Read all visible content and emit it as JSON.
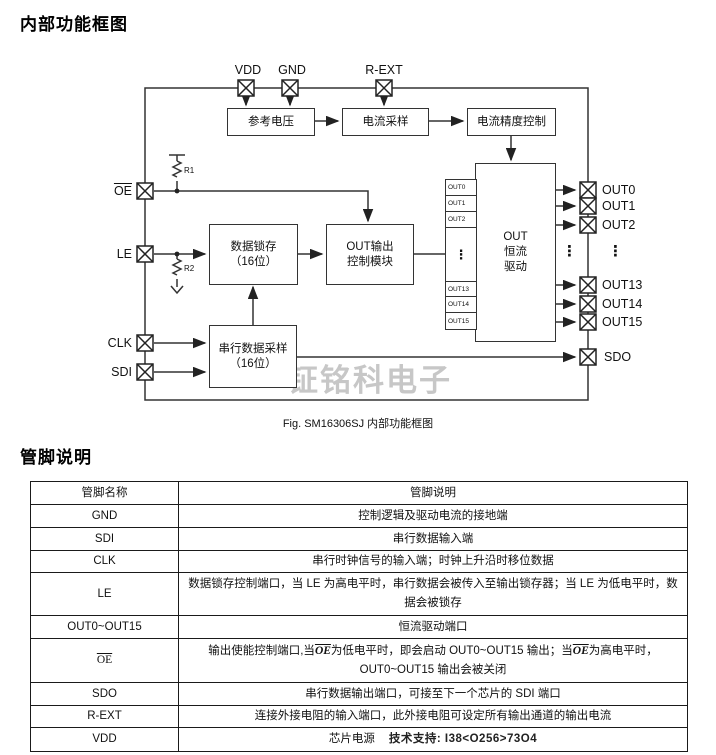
{
  "page": {
    "title_block_diagram": "内部功能框图",
    "title_pin_desc": "管脚说明",
    "figure_caption": "Fig. SM16306SJ 内部功能框图",
    "watermark": "钲铭科电子",
    "dots": "⋮"
  },
  "diagram": {
    "pins": {
      "vdd": "VDD",
      "gnd": "GND",
      "rext": "R-EXT",
      "oe": "OE",
      "le": "LE",
      "clk": "CLK",
      "sdi": "SDI",
      "sdo": "SDO",
      "out0": "OUT0",
      "out1": "OUT1",
      "out2": "OUT2",
      "out13": "OUT13",
      "out14": "OUT14",
      "out15": "OUT15"
    },
    "blocks": {
      "ref_voltage": "参考电压",
      "current_sample": "电流采样",
      "current_precision": "电流精度控制",
      "data_latch_l1": "数据锁存",
      "data_latch_l2": "（16位）",
      "out_ctrl_l1": "OUT输出",
      "out_ctrl_l2": "控制模块",
      "serial_sample_l1": "串行数据采样",
      "serial_sample_l2": "（16位）",
      "out_drv_l1": "OUT",
      "out_drv_l2": "恒流",
      "out_drv_l3": "驱动"
    },
    "ports": {
      "p0": "OUT0",
      "p1": "OUT1",
      "p2": "OUT2",
      "p13": "OUT13",
      "p14": "OUT14",
      "p15": "OUT15"
    },
    "resistors": {
      "r1": "R1",
      "r2": "R2"
    }
  },
  "pin_table": {
    "headers": {
      "name": "管脚名称",
      "desc": "管脚说明"
    },
    "rows": {
      "gnd": {
        "name": "GND",
        "desc": "控制逻辑及驱动电流的接地端"
      },
      "sdi": {
        "name": "SDI",
        "desc": "串行数据输入端"
      },
      "clk": {
        "name": "CLK",
        "desc": "串行时钟信号的输入端；时钟上升沿时移位数据"
      },
      "le": {
        "name": "LE",
        "desc": "数据锁存控制端口，当 LE 为高电平时，串行数据会被传入至输出锁存器；当 LE 为低电平时，数据会被锁存"
      },
      "out": {
        "name": "OUT0~OUT15",
        "desc": "恒流驱动端口"
      },
      "oe": {
        "name": "OE",
        "desc_p1": "输出使能控制端口,当",
        "desc_oe1": "OE",
        "desc_p2": "为低电平时，即会启动 OUT0~OUT15 输出；当",
        "desc_oe2": "OE",
        "desc_p3": "为高电平时，OUT0~OUT15 输出会被关闭"
      },
      "sdo": {
        "name": "SDO",
        "desc": "串行数据输出端口，可接至下一个芯片的 SDI 端口"
      },
      "rext": {
        "name": "R-EXT",
        "desc": "连接外接电阻的输入端口，此外接电阻可设定所有输出通道的输出电流"
      },
      "vdd": {
        "name": "VDD",
        "desc": "芯片电源",
        "watermark": "技术支持: I38<O256>73O4"
      }
    }
  }
}
